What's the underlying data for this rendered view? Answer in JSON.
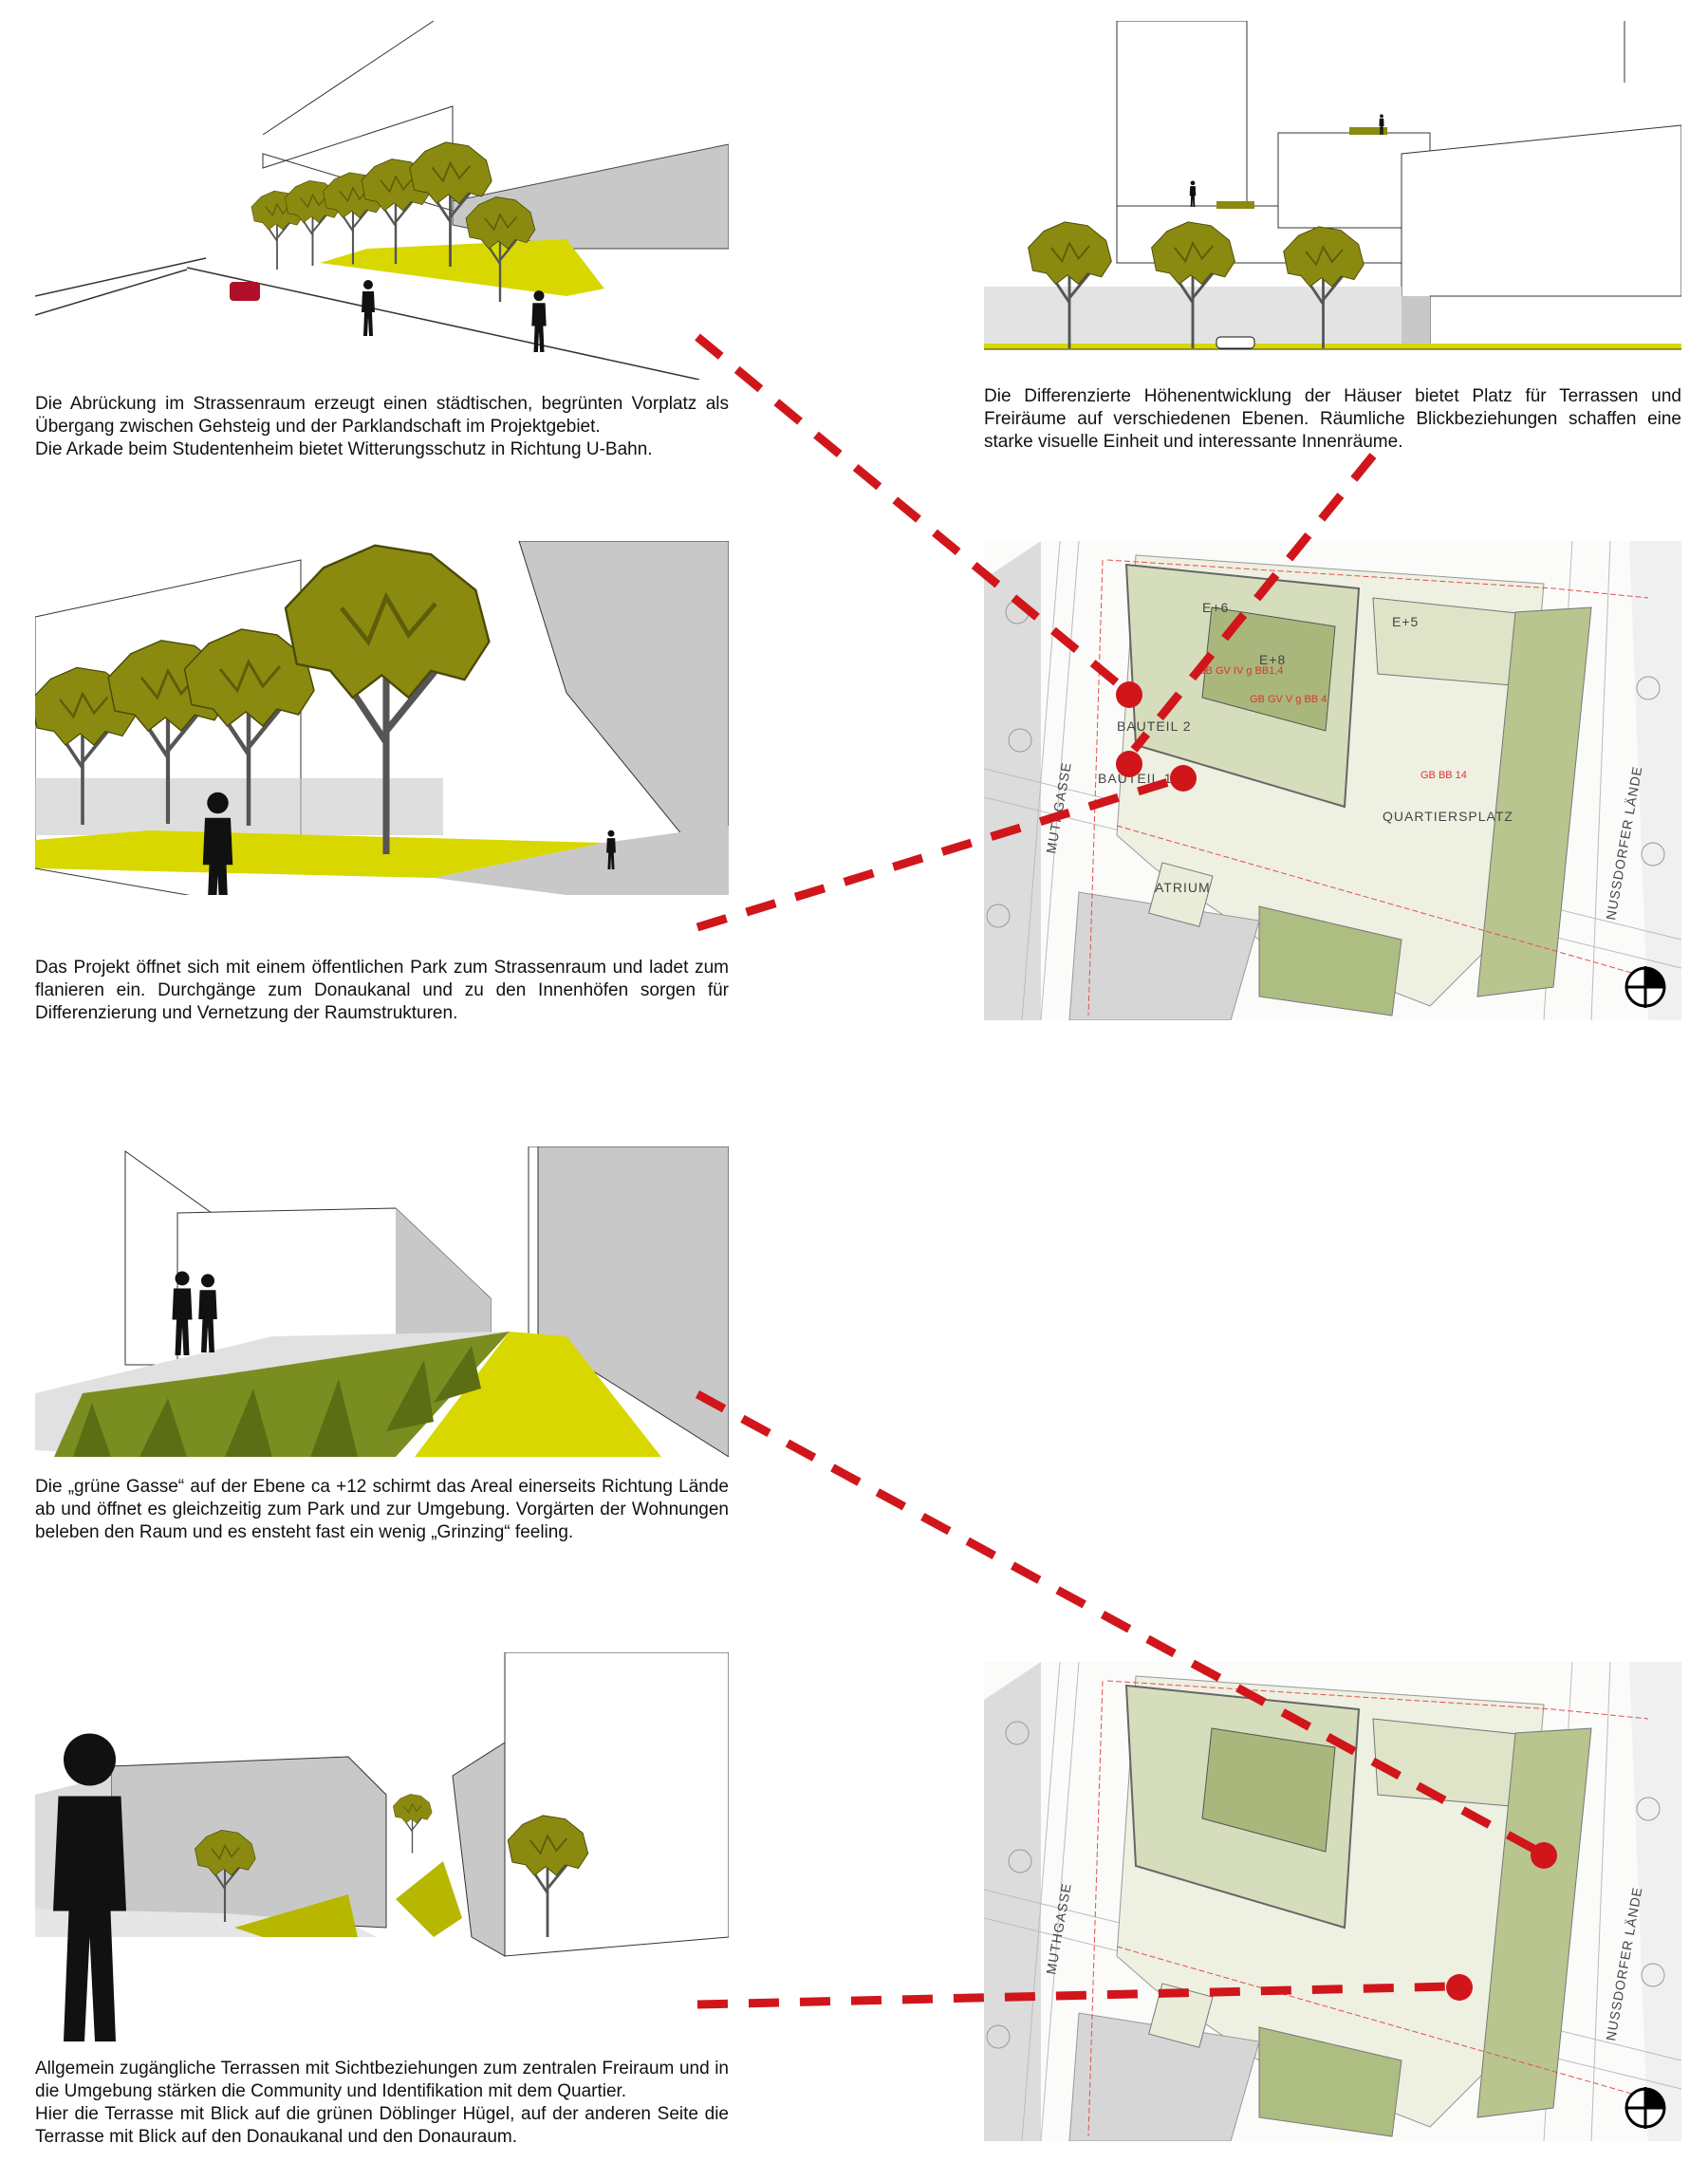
{
  "colors": {
    "accent_red": "#d0161b",
    "olive_tree": "#8a8a10",
    "ground_yellow": "#d8d800",
    "building_gray": "#c8c8c8",
    "plan_green": "#c9d3a8"
  },
  "captions": {
    "street_forecourt": {
      "lines": [
        "Die Abrückung im Strassenraum erzeugt einen städtischen, begrünten Vorplatz als Übergang zwischen Gehsteig und der Parklandschaft im Projektgebiet.",
        "Die Arkade beim Studentenheim bietet Witterungsschutz in Richtung U-Bahn."
      ]
    },
    "height_development": {
      "lines": [
        "Die Differenzierte Höhenentwicklung der Häuser bietet Platz für Terrassen und Freiräume auf verschiedenen Ebenen. Räumliche Blickbeziehungen schaffen eine starke visuelle Einheit und interessante Innenräume."
      ]
    },
    "public_park": {
      "lines": [
        "Das Projekt öffnet sich mit einem öffentlichen Park zum Strassenraum und ladet zum flanieren ein. Durchgänge zum Donaukanal und zu den Innenhöfen sorgen für Differenzierung und Vernetzung der Raumstrukturen."
      ]
    },
    "green_lane": {
      "lines": [
        "Die „grüne Gasse“ auf der Ebene ca +12 schirmt das Areal einerseits Richtung Lände ab und öffnet es gleichzeitig zum Park und zur Umgebung. Vorgärten der Wohnungen beleben den Raum und es ensteht fast ein wenig „Grinzing“ feeling."
      ]
    },
    "terraces": {
      "lines": [
        "Allgemein zugängliche Terrassen mit Sichtbeziehungen zum zentralen Freiraum und in die Umgebung stärken die Community und Identifikation mit dem Quartier.",
        "Hier die Terrasse mit Blick auf die grünen Döblinger Hügel, auf der anderen Seite die Terrasse mit Blick auf den Donaukanal und den Donauraum."
      ]
    }
  },
  "site_plan": {
    "street_west": "MUTHGASSE",
    "street_east": "NUSSDORFER LÄNDE",
    "labels": [
      "E+6",
      "E+8",
      "E+5",
      "BAUTEIL 1",
      "BAUTEIL 2",
      "ATRIUM",
      "GB GV IV g BB1,4",
      "GB GV V g BB 4",
      "QUARTIERSPLATZ",
      "GB BB 14"
    ]
  }
}
